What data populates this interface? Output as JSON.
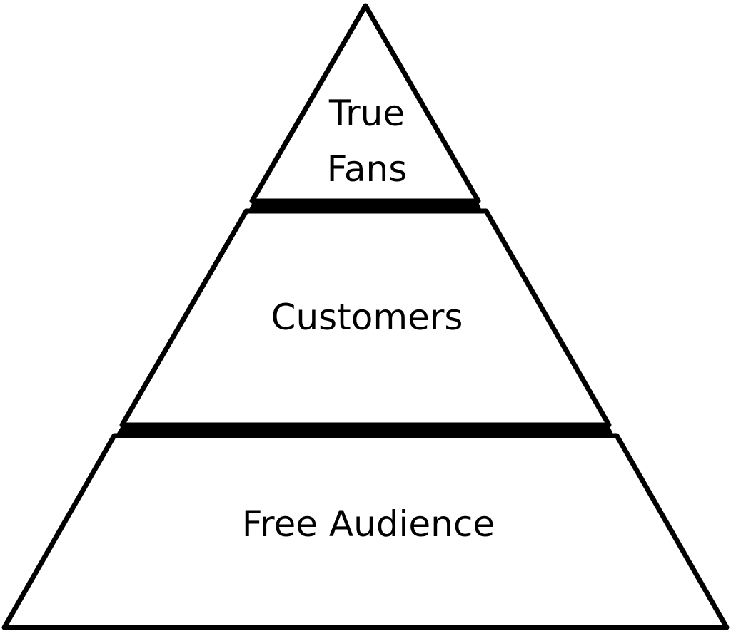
{
  "diagram": {
    "colors": {
      "outline": "#000000",
      "fill": "#ffffff",
      "text": "#000000"
    },
    "tiers": [
      {
        "id": "true-fans",
        "lines": [
          "True",
          "Fans"
        ]
      },
      {
        "id": "customers",
        "lines": [
          "Customers"
        ]
      },
      {
        "id": "free-audience",
        "lines": [
          "Free Audience"
        ]
      }
    ]
  }
}
